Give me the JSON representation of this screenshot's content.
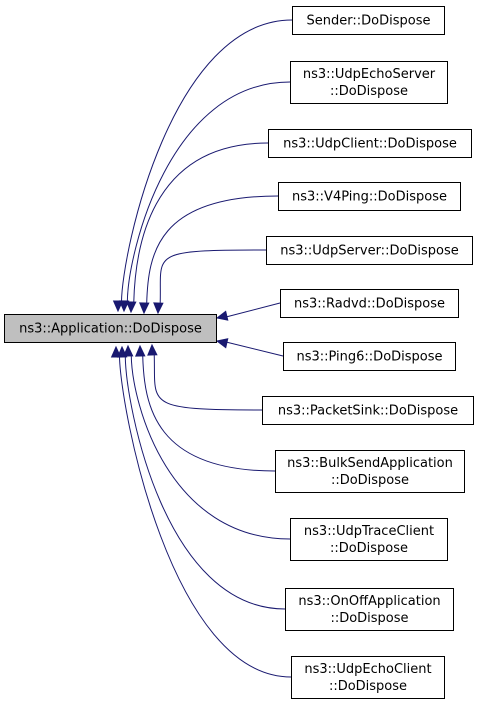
{
  "root": {
    "lines": [
      "ns3::Application::DoDispose"
    ]
  },
  "callers": [
    {
      "lines": [
        "Sender::DoDispose"
      ]
    },
    {
      "lines": [
        "ns3::UdpEchoServer",
        "::DoDispose"
      ]
    },
    {
      "lines": [
        "ns3::UdpClient::DoDispose"
      ]
    },
    {
      "lines": [
        "ns3::V4Ping::DoDispose"
      ]
    },
    {
      "lines": [
        "ns3::UdpServer::DoDispose"
      ]
    },
    {
      "lines": [
        "ns3::Radvd::DoDispose"
      ]
    },
    {
      "lines": [
        "ns3::Ping6::DoDispose"
      ]
    },
    {
      "lines": [
        "ns3::PacketSink::DoDispose"
      ]
    },
    {
      "lines": [
        "ns3::BulkSendApplication",
        "::DoDispose"
      ]
    },
    {
      "lines": [
        "ns3::UdpTraceClient",
        "::DoDispose"
      ]
    },
    {
      "lines": [
        "ns3::OnOffApplication",
        "::DoDispose"
      ]
    },
    {
      "lines": [
        "ns3::UdpEchoClient",
        "::DoDispose"
      ]
    }
  ],
  "colors": {
    "edge": "#191970",
    "root_fill": "#bfbfbf",
    "node_fill": "#ffffff",
    "border": "#000000"
  }
}
